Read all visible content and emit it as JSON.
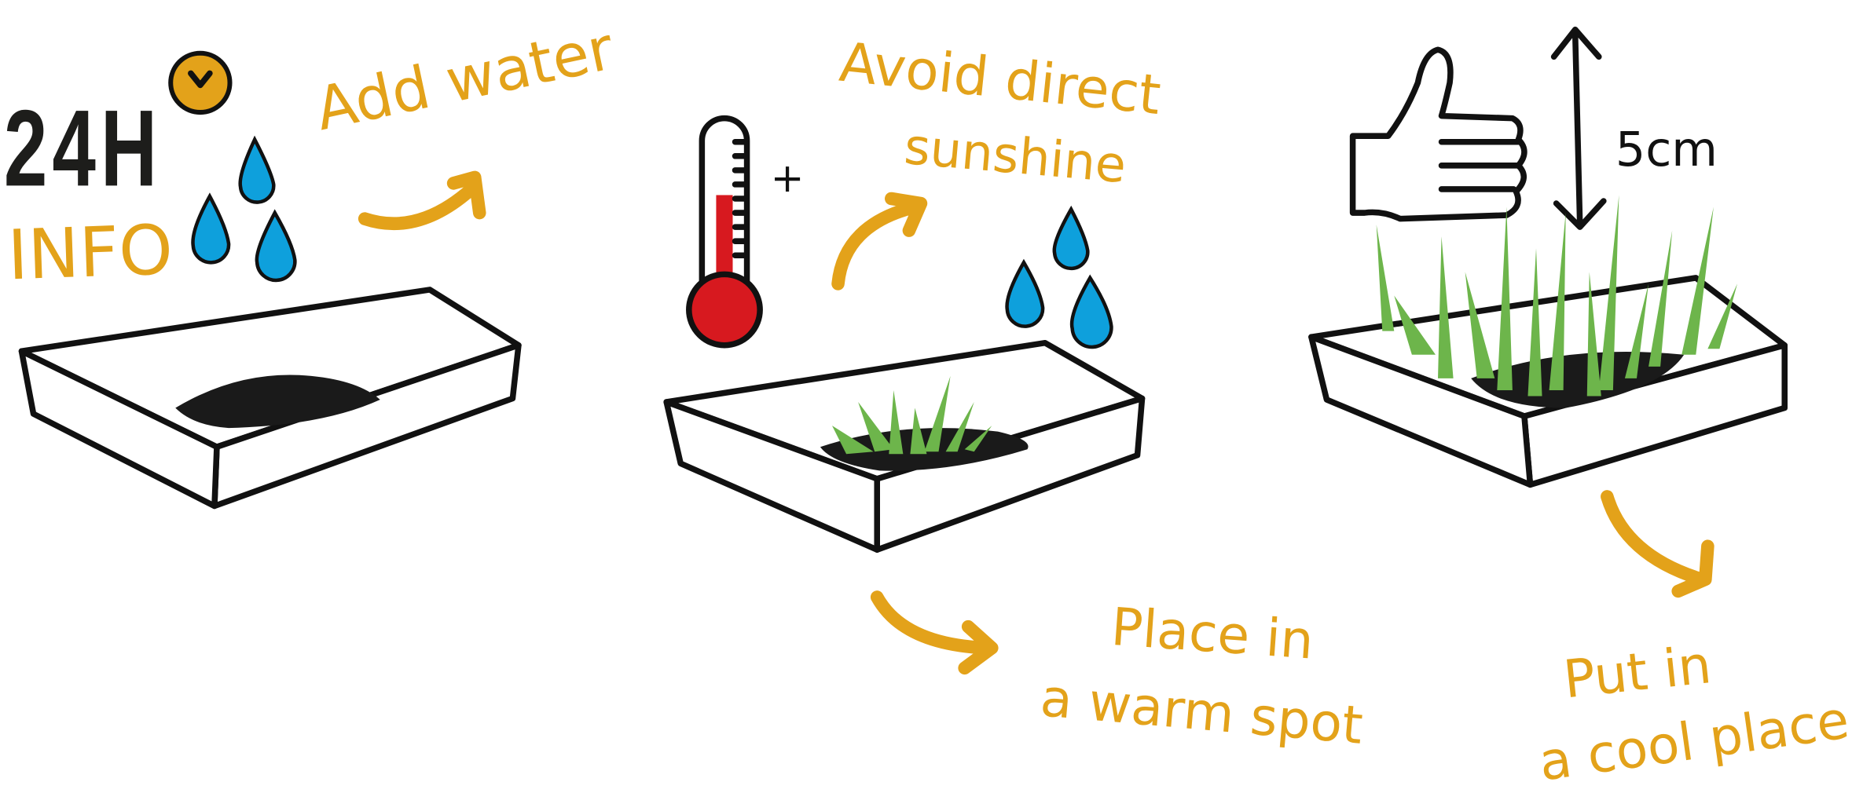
{
  "logo": {
    "line1": "24H",
    "line2": "INFO"
  },
  "steps": [
    {
      "label": "Add water"
    },
    {
      "label_line1": "Avoid direct",
      "label_line2": "sunshine",
      "sub_line1": "Place in",
      "sub_line2": "a warm spot",
      "thermometer_sign": "+"
    },
    {
      "height_label": "5cm",
      "sub_line1": "Put in",
      "sub_line2": "a cool place"
    }
  ],
  "colors": {
    "accent": "#e3a21a",
    "water": "#0ea0dc",
    "grass": "#6db54b",
    "thermometer": "#d7191f",
    "ink": "#111111"
  }
}
